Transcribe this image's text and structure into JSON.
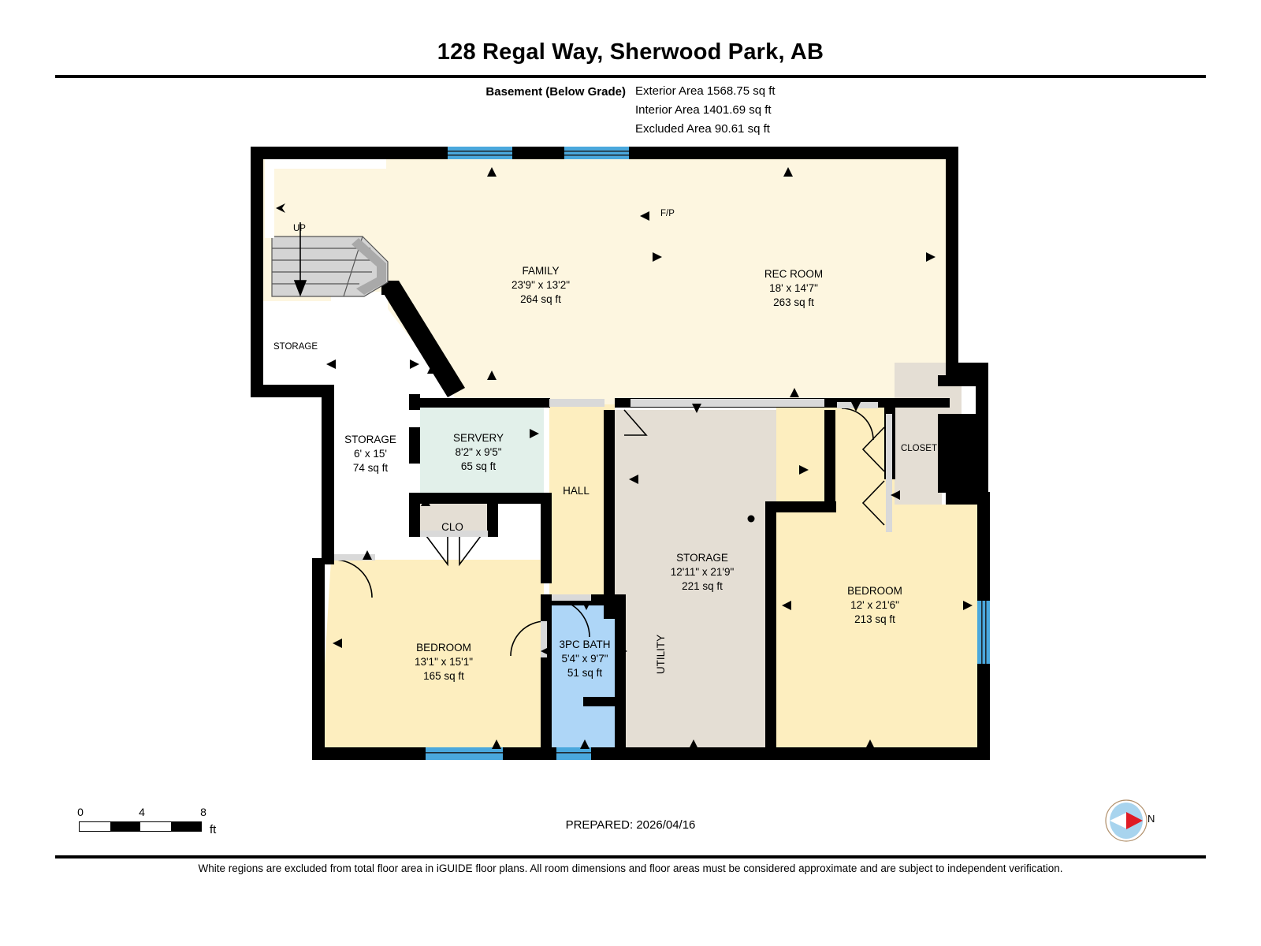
{
  "header": {
    "title": "128 Regal Way, Sherwood Park, AB",
    "level_label": "Basement (Below Grade)",
    "areas": [
      "Exterior Area 1568.75 sq ft",
      "Interior Area 1401.69 sq ft",
      "Excluded Area 90.61 sq ft"
    ]
  },
  "rooms": {
    "family": {
      "name": "FAMILY",
      "dim": "23'9\" x 13'2\"",
      "area": "264 sq ft"
    },
    "rec": {
      "name": "REC ROOM",
      "dim": "18' x 14'7\"",
      "area": "263 sq ft"
    },
    "storage_small": {
      "name": "STORAGE"
    },
    "storage_left": {
      "name": "STORAGE",
      "dim": "6' x 15'",
      "area": "74 sq ft"
    },
    "servery": {
      "name": "SERVERY",
      "dim": "8'2\" x 9'5\"",
      "area": "65 sq ft"
    },
    "hall": {
      "name": "HALL"
    },
    "clo": {
      "name": "CLO"
    },
    "closet": {
      "name": "CLOSET"
    },
    "bedroom_left": {
      "name": "BEDROOM",
      "dim": "13'1\" x 15'1\"",
      "area": "165 sq ft"
    },
    "bath": {
      "name": "3PC BATH",
      "dim": "5'4\" x 9'7\"",
      "area": "51 sq ft"
    },
    "storage_mid": {
      "name": "STORAGE",
      "dim": "12'11\" x 21'9\"",
      "area": "221 sq ft"
    },
    "utility": {
      "name": "UTILITY"
    },
    "bedroom_right": {
      "name": "BEDROOM",
      "dim": "12' x 21'6\"",
      "area": "213 sq ft"
    },
    "stairs": {
      "name": "UP"
    },
    "fireplace": {
      "name": "F/P"
    }
  },
  "scale": {
    "ticks": [
      "0",
      "4",
      "8"
    ],
    "unit": "ft",
    "segments": [
      "off",
      "on",
      "off",
      "on"
    ]
  },
  "footer": {
    "prepared": "PREPARED: 2026/04/16",
    "compass_label": "N",
    "disclaimer": "White regions are excluded from total floor area in iGUIDE floor plans. All room dimensions and floor areas must be considered approximate and are subject to independent verification."
  },
  "colors": {
    "wall": "#000000",
    "family": "#fdf6e0",
    "bedroom": "#fdeebf",
    "servery": "#e2f0ea",
    "storage": "#e4ded4",
    "bath": "#aed6f7",
    "window": "#4aa8dd",
    "excluded": "#ffffff",
    "stairs": "#d4d4d4",
    "door": "#d9d9d9",
    "compass_disc": "#a8d4ee",
    "compass_arrow": "#e01b24"
  }
}
